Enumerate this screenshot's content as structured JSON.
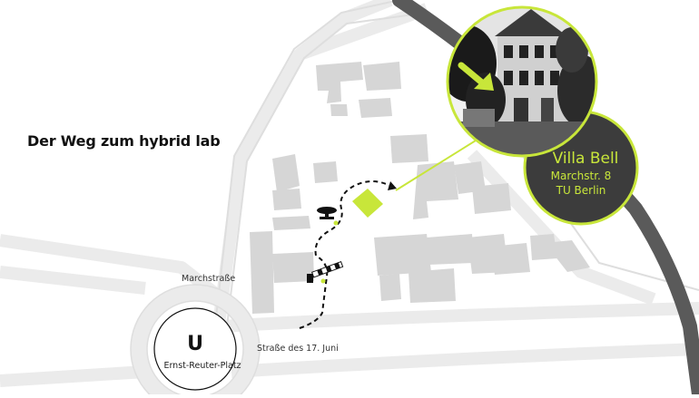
{
  "title": "Der Weg zum hybrid lab",
  "streets": {
    "marchstrasse": "Marchstraße",
    "strasse_17_juni": "Straße des 17. Juni"
  },
  "station": {
    "symbol": "U",
    "name": "Ernst-Reuter-Platz"
  },
  "venue": {
    "name": "Villa Bell",
    "address": "Marchstr. 8",
    "institution": "TU Berlin"
  },
  "colors": {
    "accent": "#c8e63a",
    "building": "#d6d6d6",
    "road": "#ebebeb",
    "river": "#555555",
    "callout": "#3c3c3c"
  },
  "icons": {
    "destination": "building-marker-icon",
    "landmark": "sculpture-icon",
    "entrance": "barrier-gate-icon",
    "arrow": "arrow-icon"
  }
}
